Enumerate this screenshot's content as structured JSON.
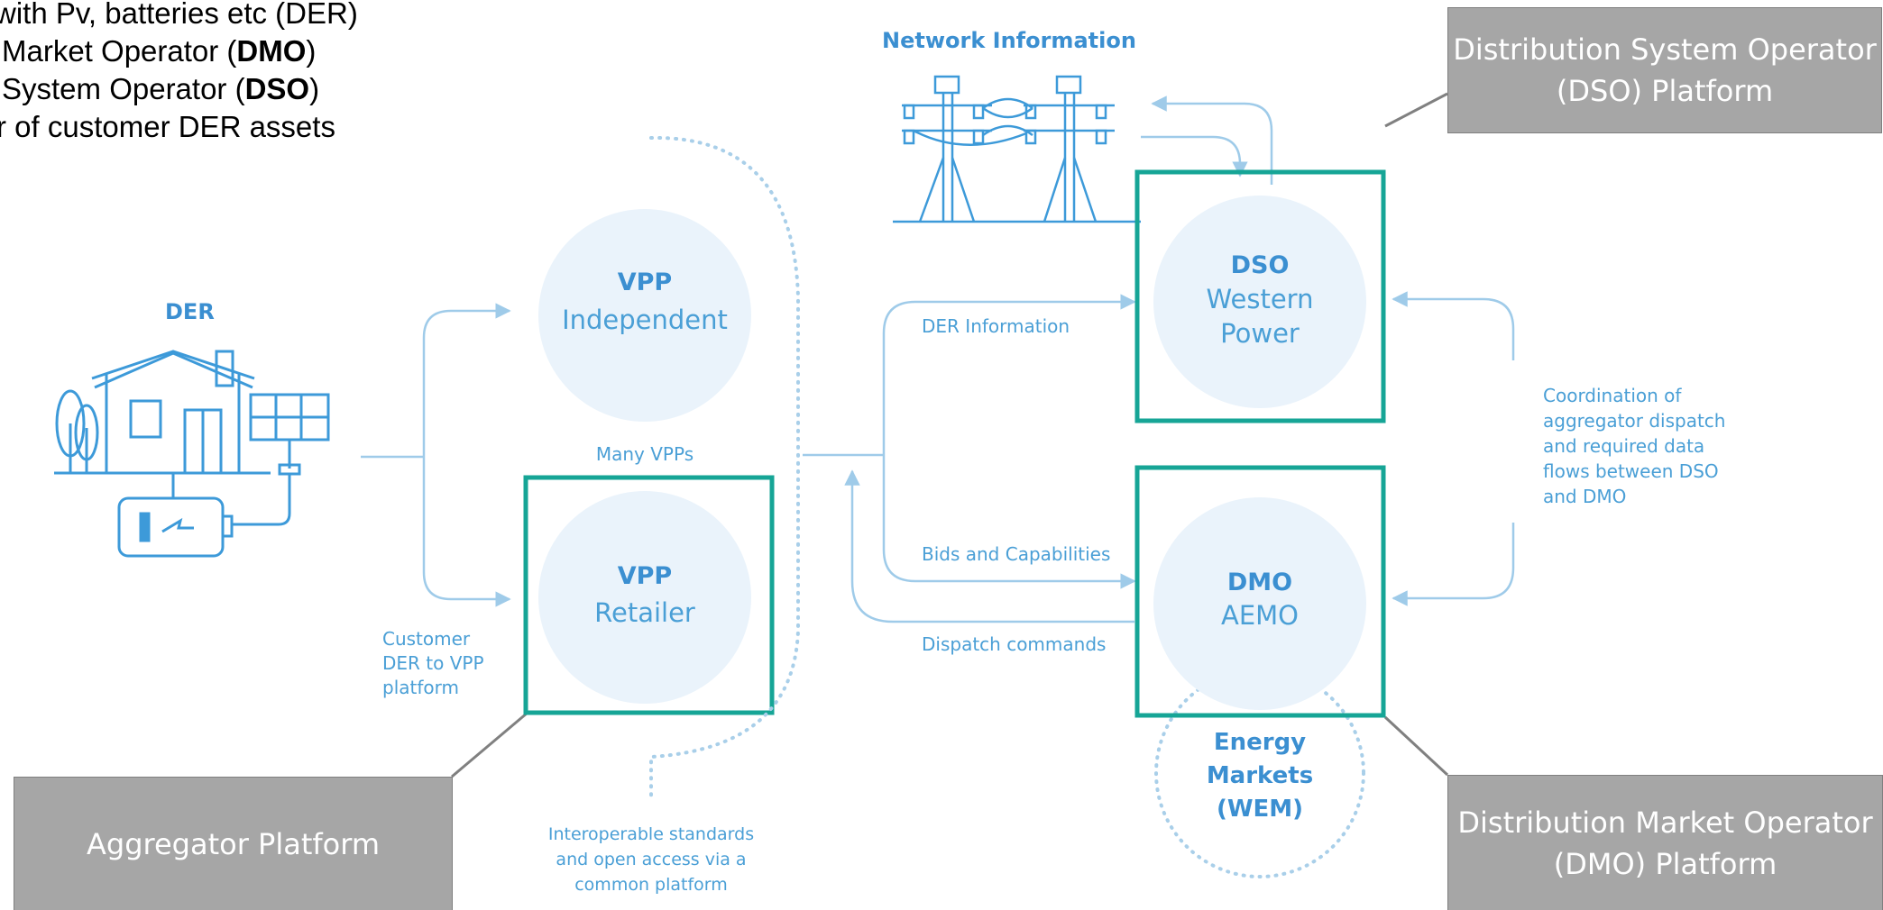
{
  "legend": {
    "line1_text": "with Pv, batteries etc (DER)",
    "line2_pre": "Market Operator (",
    "line2_bold": "DMO",
    "line2_post": ")",
    "line3_pre": "System Operator (",
    "line3_bold": "DSO",
    "line3_post": ")",
    "line4_text": "r of customer DER assets"
  },
  "boxes": {
    "dso_platform": "Distribution System Operator (DSO) Platform",
    "aggregator_platform": "Aggregator Platform",
    "dmo_platform": "Distribution Market Operator (DMO) Platform"
  },
  "labels": {
    "network_info": "Network Information",
    "der": "DER",
    "vpp_independent_title": "VPP",
    "vpp_independent_sub": "Independent",
    "vpp_retailer_title": "VPP",
    "vpp_retailer_sub": "Retailer",
    "many_vpps": "Many VPPs",
    "customer_der_1": "Customer",
    "customer_der_2": "DER to VPP",
    "customer_der_3": "platform",
    "interop_1": "Interoperable standards",
    "interop_2": "and open access via a",
    "interop_3": "common platform",
    "der_information": "DER Information",
    "bids_capabilities": "Bids and Capabilities",
    "dispatch_commands": "Dispatch commands",
    "dso_title": "DSO",
    "dso_sub1": "Western",
    "dso_sub2": "Power",
    "dmo_title": "DMO",
    "dmo_sub": "AEMO",
    "energy_1": "Energy",
    "energy_2": "Markets",
    "energy_3": "(WEM)",
    "coord_1": "Coordination of",
    "coord_2": "aggregator dispatch",
    "coord_3": "and required data",
    "coord_4": "flows between DSO",
    "coord_5": "and DMO"
  },
  "colors": {
    "teal": "#16a596",
    "light_blue": "#9fcbe9",
    "circle_fill": "#eaf3fb",
    "icon_blue": "#3d9ad9",
    "grey_box": "#a6a6a6"
  }
}
